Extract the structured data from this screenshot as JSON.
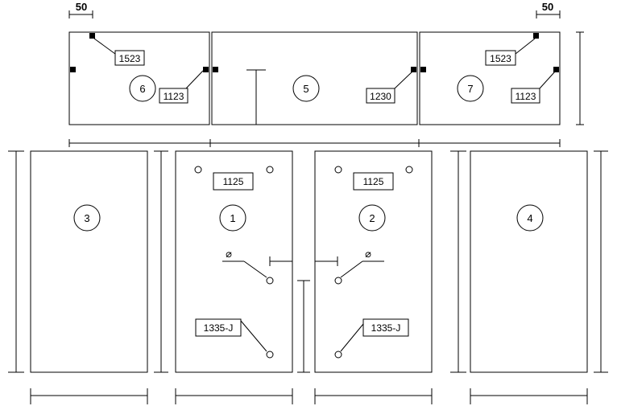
{
  "dimensions": {
    "left_offset": "50",
    "right_offset": "50"
  },
  "parts": {
    "part_6": {
      "number": "6",
      "hardware_a": "1523",
      "hardware_b": "1123"
    },
    "part_5": {
      "number": "5",
      "hardware": "1230"
    },
    "part_7": {
      "number": "7",
      "hardware_a": "1523",
      "hardware_b": "1123"
    },
    "part_3": {
      "number": "3"
    },
    "part_1": {
      "number": "1",
      "hinge": "1125",
      "lock": "1335-J",
      "handle": "⌀"
    },
    "part_2": {
      "number": "2",
      "hinge": "1125",
      "lock": "1335-J",
      "handle": "⌀"
    },
    "part_4": {
      "number": "4"
    }
  }
}
